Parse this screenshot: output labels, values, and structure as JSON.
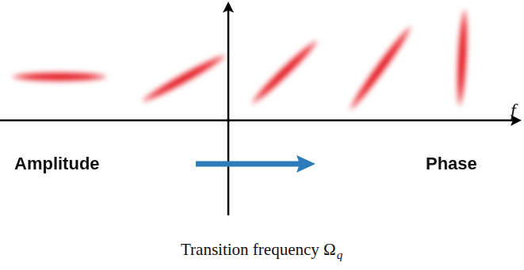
{
  "diagram": {
    "caption": "Transition frequency Ω",
    "labels": [
      "Amplitude",
      "Phase",
      "f",
      "q"
    ]
  }
}
